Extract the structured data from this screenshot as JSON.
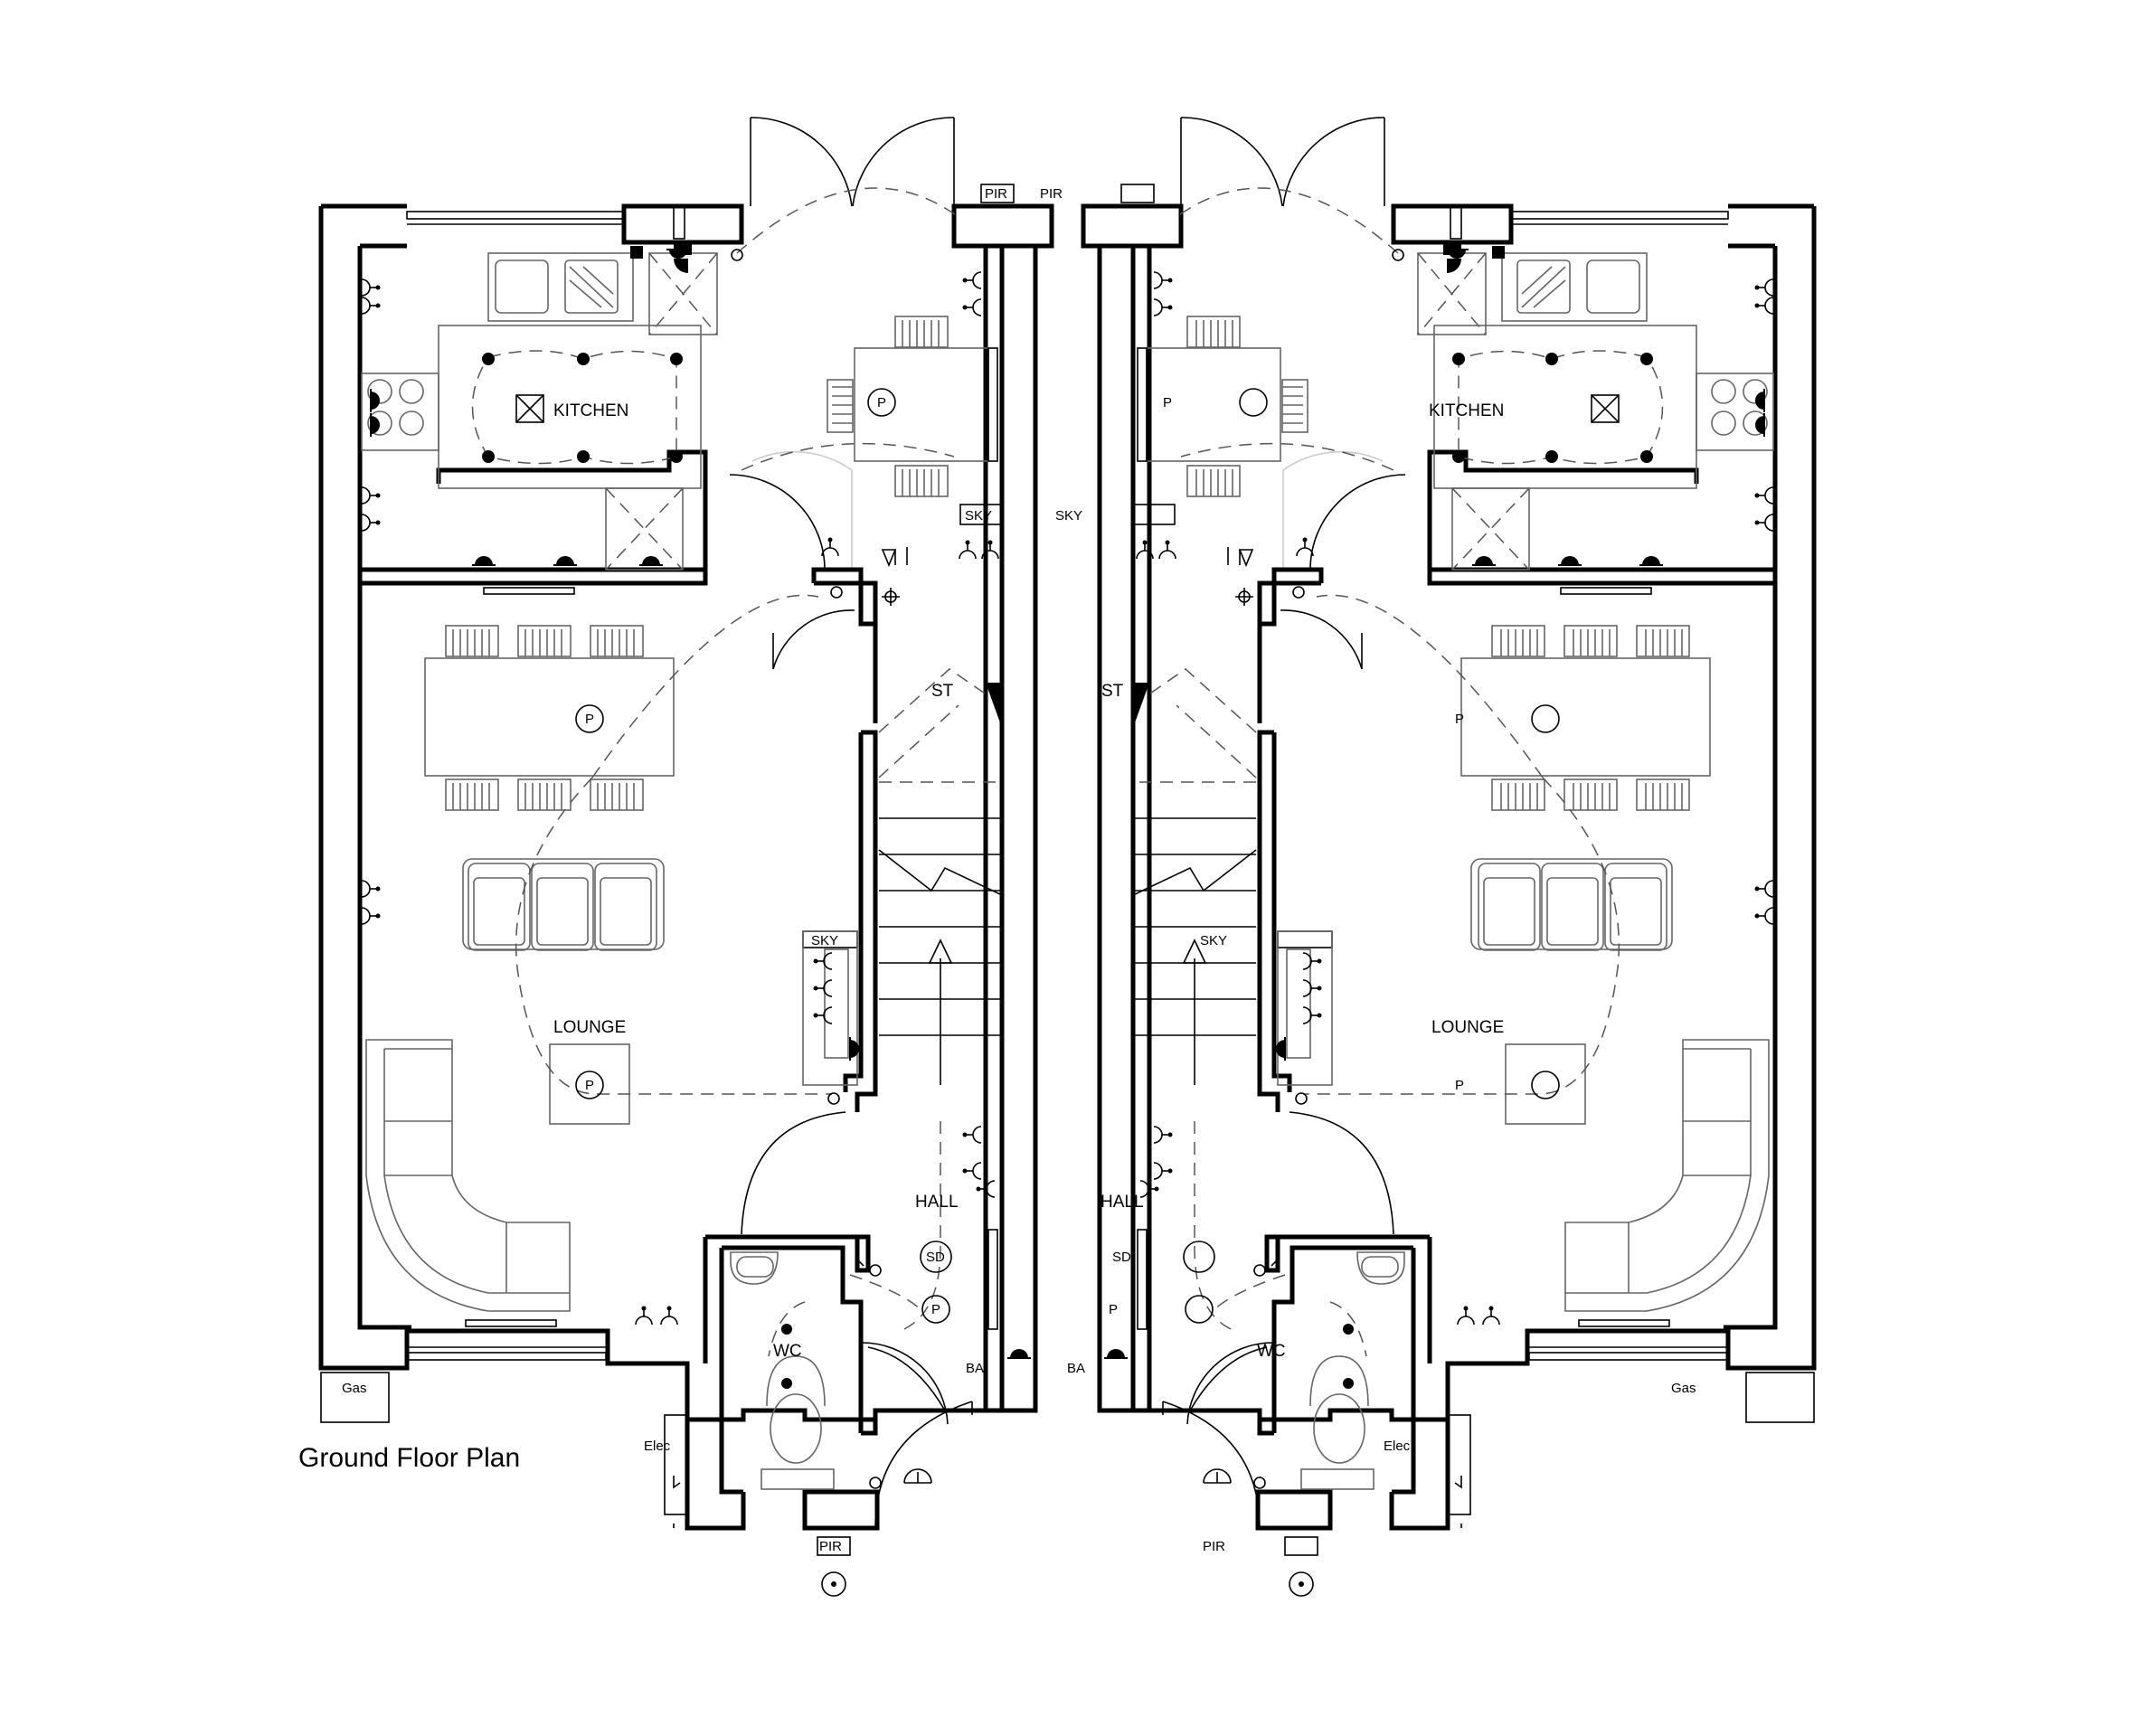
{
  "title": "Ground Floor Plan",
  "rooms": {
    "kitchen": "KITCHEN",
    "lounge": "LOUNGE",
    "hall": "HALL",
    "wc": "WC",
    "store": "ST"
  },
  "symbols": {
    "pir": "PIR",
    "sky": "SKY",
    "gas": "Gas",
    "elec": "Elec",
    "ba": "BA",
    "sd": "SD",
    "pendant": "P"
  }
}
